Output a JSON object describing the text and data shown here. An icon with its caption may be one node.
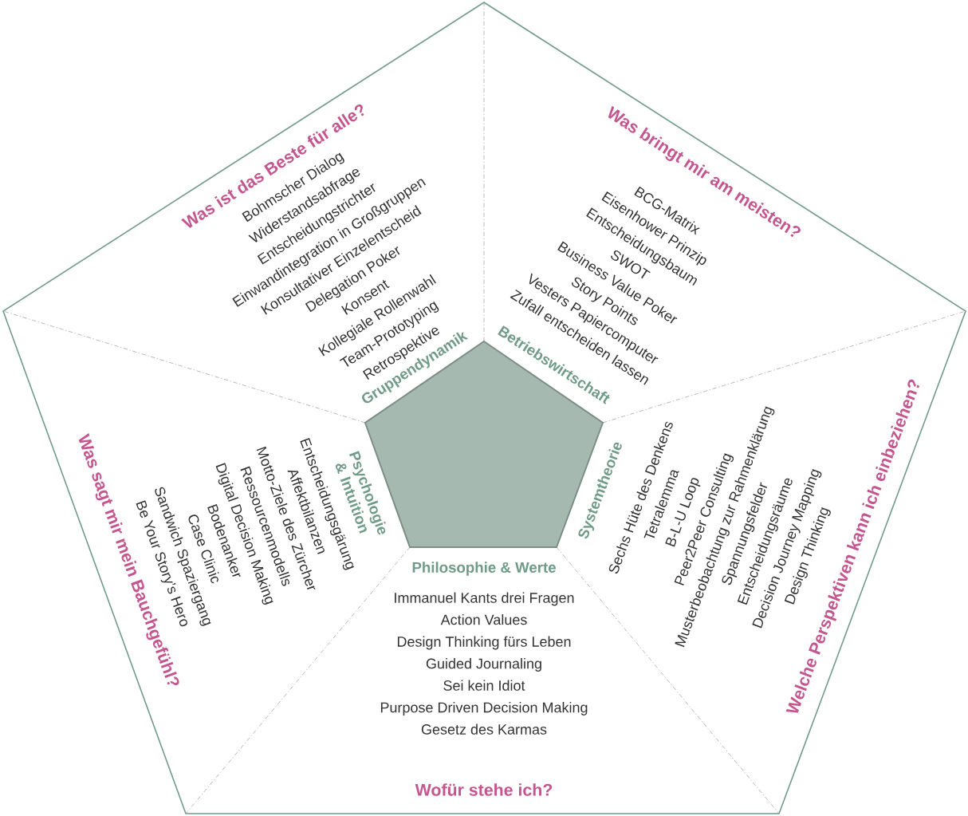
{
  "diagram": {
    "nodes": [
      {
        "text": [
          "Was ist das Beste für alle?",
          "Gruppendynamik",
          "Bohmscher Dialog",
          "Widerstandsabfrage",
          "Entscheidungstrichter",
          "Einwandintegration in Großgruppen",
          "Konsultativer Einzelentscheid",
          "Delegation Poker",
          "Konsent",
          "Kollegiale Rollenwahl",
          "Team-Prototyping",
          "Retrospektive"
        ]
      },
      {
        "text": [
          "Was bringt mir am meisten?",
          "Betriebswirtschaft",
          "BCG-Matrix",
          "Eisenhower Prinzip",
          "Entscheidungsbaum",
          "SWOT",
          "Business Value Poker",
          "Story Points",
          "Vesters Papiercomputer",
          "Zufall entscheiden lassen"
        ]
      },
      {
        "text": [
          "Welche Perspektiven kann ich einbeziehen?",
          "Systemtheorie",
          "Sechs Hüte des Denkens",
          "Tetralemma",
          "B-L-U Loop",
          "Peer2Peer Consulting",
          "Musterbeobachtung zur Rahmenklärung",
          "Spannungsfelder",
          "Entscheidungsräume",
          "Decision Journey Mapping",
          "Design Thinking"
        ]
      },
      {
        "text": [
          "Philosophie & Werte",
          "Immanuel Kants drei Fragen",
          "Action Values",
          "Design Thinking fürs Leben",
          "Guided Journaling",
          "Sei kein Idiot",
          "Purpose Driven Decision Making",
          "Gesetz des Karmas",
          "Wofür stehe ich?"
        ]
      },
      {
        "text": [
          "Was sagt mir mein Bauchgefühl?",
          "Psychologie & Intuition",
          "Entscheidungsgärung",
          "Affektbilanzen",
          "Motto-Ziele des Zürcher",
          "Ressourcenmodells",
          "Digital Decision Making",
          "Bodenanker",
          "Case Clinic",
          "Sandwich Spaziergang",
          "Be Your Story’s Hero"
        ]
      }
    ]
  }
}
